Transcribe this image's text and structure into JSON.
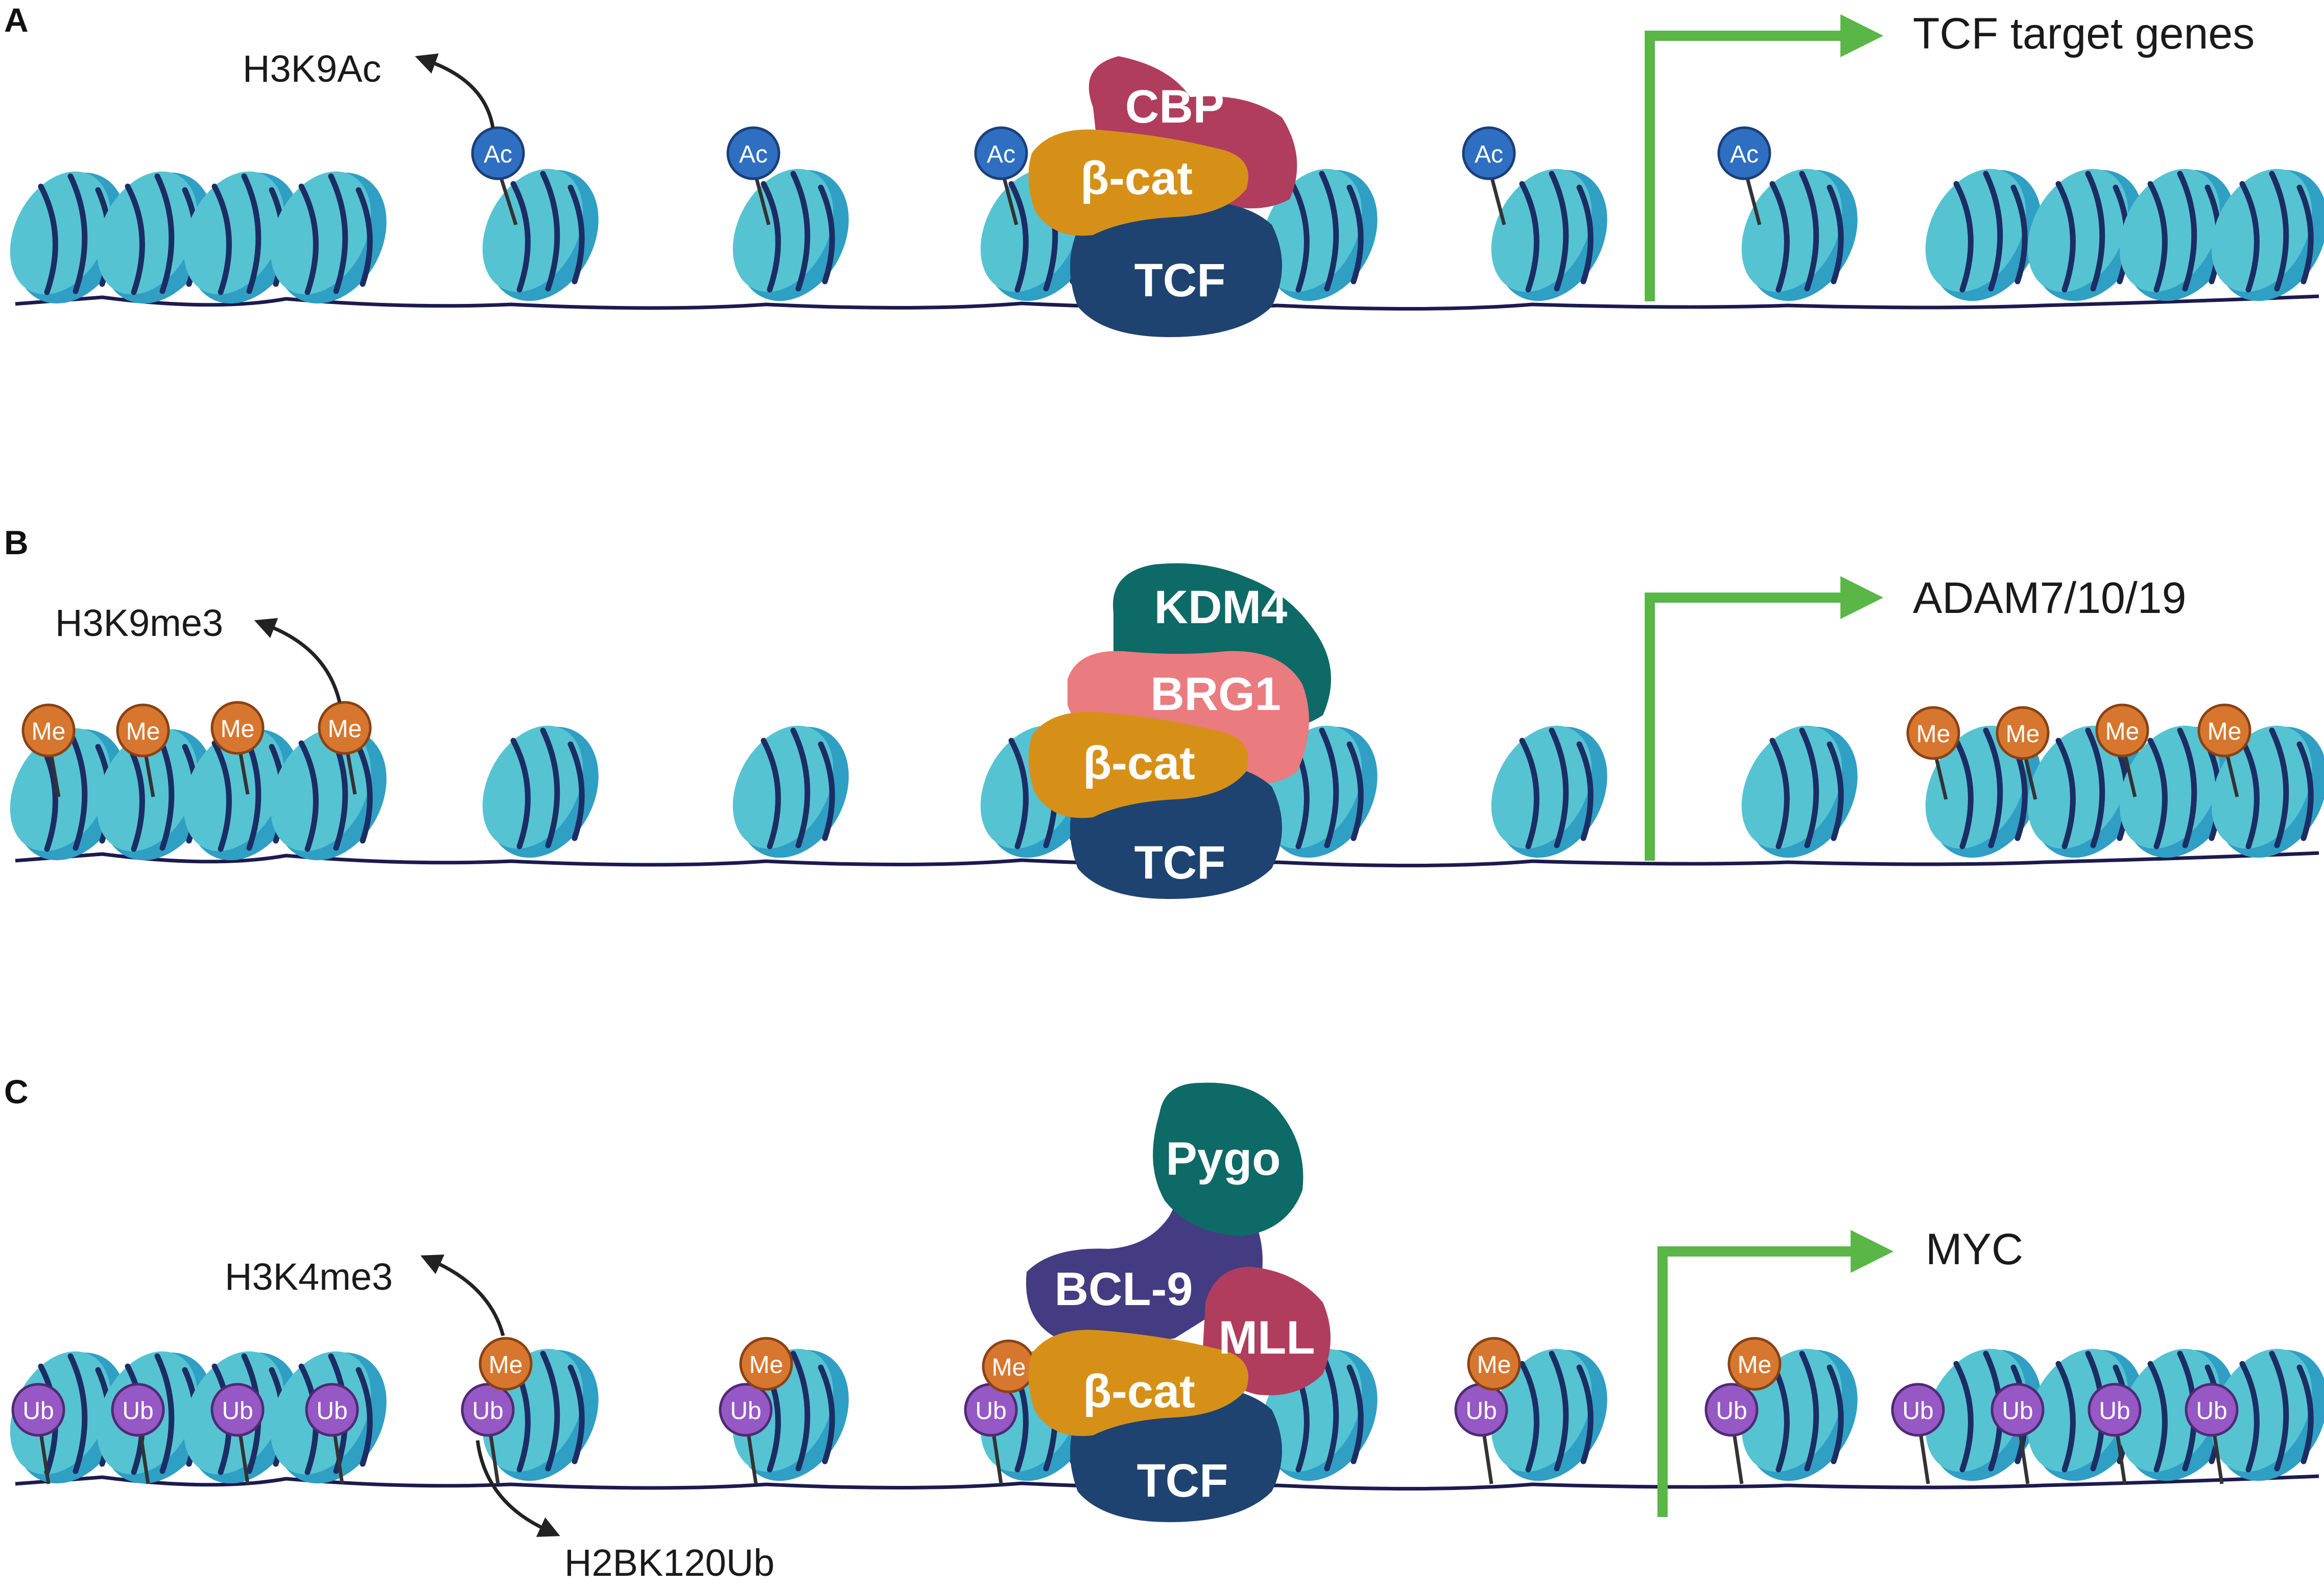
{
  "figure": {
    "colors": {
      "dna": "#1c1a4e",
      "nucleosome_face": "#56c3d3",
      "nucleosome_body": "#2f9fc4",
      "nucleosome_wrap": "#1c2d63",
      "arrow": "#5ab646",
      "curve_arrow": "#222222",
      "acetyl": "#2f6fc1",
      "methyl": "#d7772f",
      "ubiquitin": "#9558c5",
      "CBP": "#b03d5d",
      "beta_cat": "#d69018",
      "TCF": "#1e4370",
      "KDM4": "#0e6a66",
      "BRG1": "#ea7b7f",
      "Pygo": "#0e6a66",
      "BCL9": "#433c82",
      "MLL": "#b03d5d"
    },
    "panels": [
      {
        "letter": "A",
        "histone_mark_label": "H3K9Ac",
        "target_gene_label": "TCF target genes",
        "tag_text": "Ac",
        "proteins": [
          "CBP",
          "β-cat",
          "TCF"
        ]
      },
      {
        "letter": "B",
        "histone_mark_label": "H3K9me3",
        "target_gene_label": "ADAM7/10/19",
        "tag_text": "Me",
        "proteins": [
          "KDM4",
          "BRG1",
          "β-cat",
          "TCF"
        ]
      },
      {
        "letter": "C",
        "histone_mark_label": "H3K4me3",
        "second_mark_label": "H2BK120Ub",
        "target_gene_label": "MYC",
        "tag_text": "Me",
        "second_tag_text": "Ub",
        "proteins": [
          "Pygo",
          "BCL-9",
          "MLL",
          "β-cat",
          "TCF"
        ]
      }
    ]
  }
}
